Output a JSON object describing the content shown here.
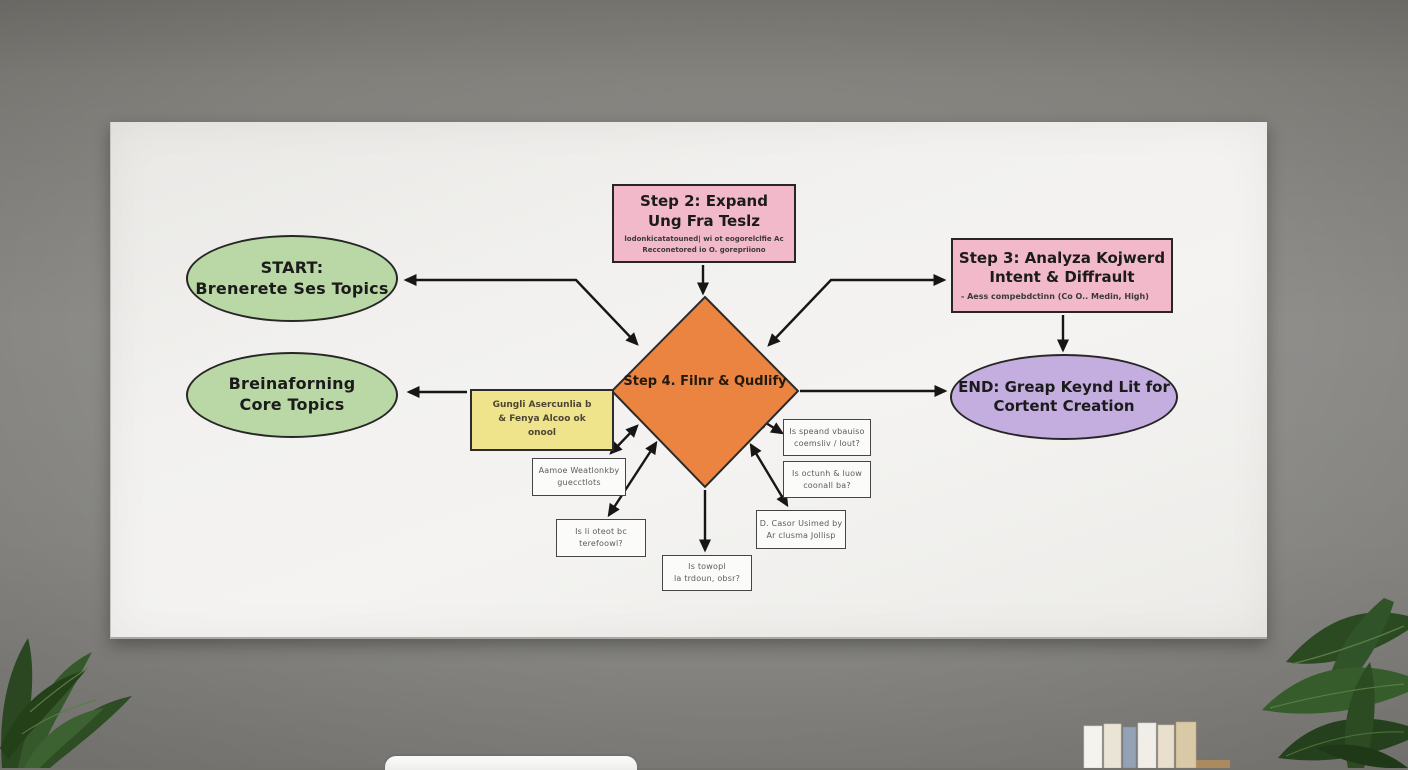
{
  "whiteboard": {
    "nodes": {
      "start": {
        "line1": "START:",
        "line2": "Brenerete Ses Topics"
      },
      "brainstorm": {
        "line1": "Breinaforning",
        "line2": "Core Topics"
      },
      "step2": {
        "title1": "Step 2:  Expand",
        "title2": "Ung Fra Teslz",
        "sub1": "lodonkicatatouned| wi ot eogorelclfie Ac",
        "sub2": "Recconetored io O. gorepriiono"
      },
      "step3": {
        "title1": "Step 3: Analyza Kojwerd",
        "title2": "Intent & Diffrault",
        "sub1": "- Aess compebdctinn (Co O.. Medin, High)"
      },
      "step4": {
        "line1": "Step 4. Filnr & Qudlify"
      },
      "end": {
        "line1": "END: Greap Keynd Lit for",
        "line2": "Cortent Creation"
      },
      "yellow_note": {
        "line1": "Gungli Asercunlia b",
        "line2": "& Fenya Alcoo ok",
        "line3": "onool"
      },
      "q_questions": {
        "line1": "Aamoe Weatlonkby",
        "line2": "guecctlots"
      },
      "q_volume": {
        "line1": "Is speand vbauiso",
        "line2": "coemsliv / lout?"
      },
      "q_intent": {
        "line1": "Is octunh & luow",
        "line2": "coonall ba?"
      },
      "q_relevant": {
        "line1": "Is li oteot bc",
        "line2": "terefoowl?"
      },
      "q_bottom": {
        "line1": "Is towopl",
        "line2": "la trdoun, obsr?"
      },
      "q_usedby": {
        "line1": "D. Casor Usimed by",
        "line2": "Ar clusma Jollisp"
      }
    },
    "colors": {
      "node_green": "#b9d8a5",
      "node_pink": "#f2b9cb",
      "node_orange": "#ea8440",
      "node_purple": "#c4aee0",
      "note_yellow": "#efe48c",
      "ink": "#1c1c1c",
      "wall_gray": "#8c8b88",
      "board_white": "#f1f0ee"
    }
  }
}
